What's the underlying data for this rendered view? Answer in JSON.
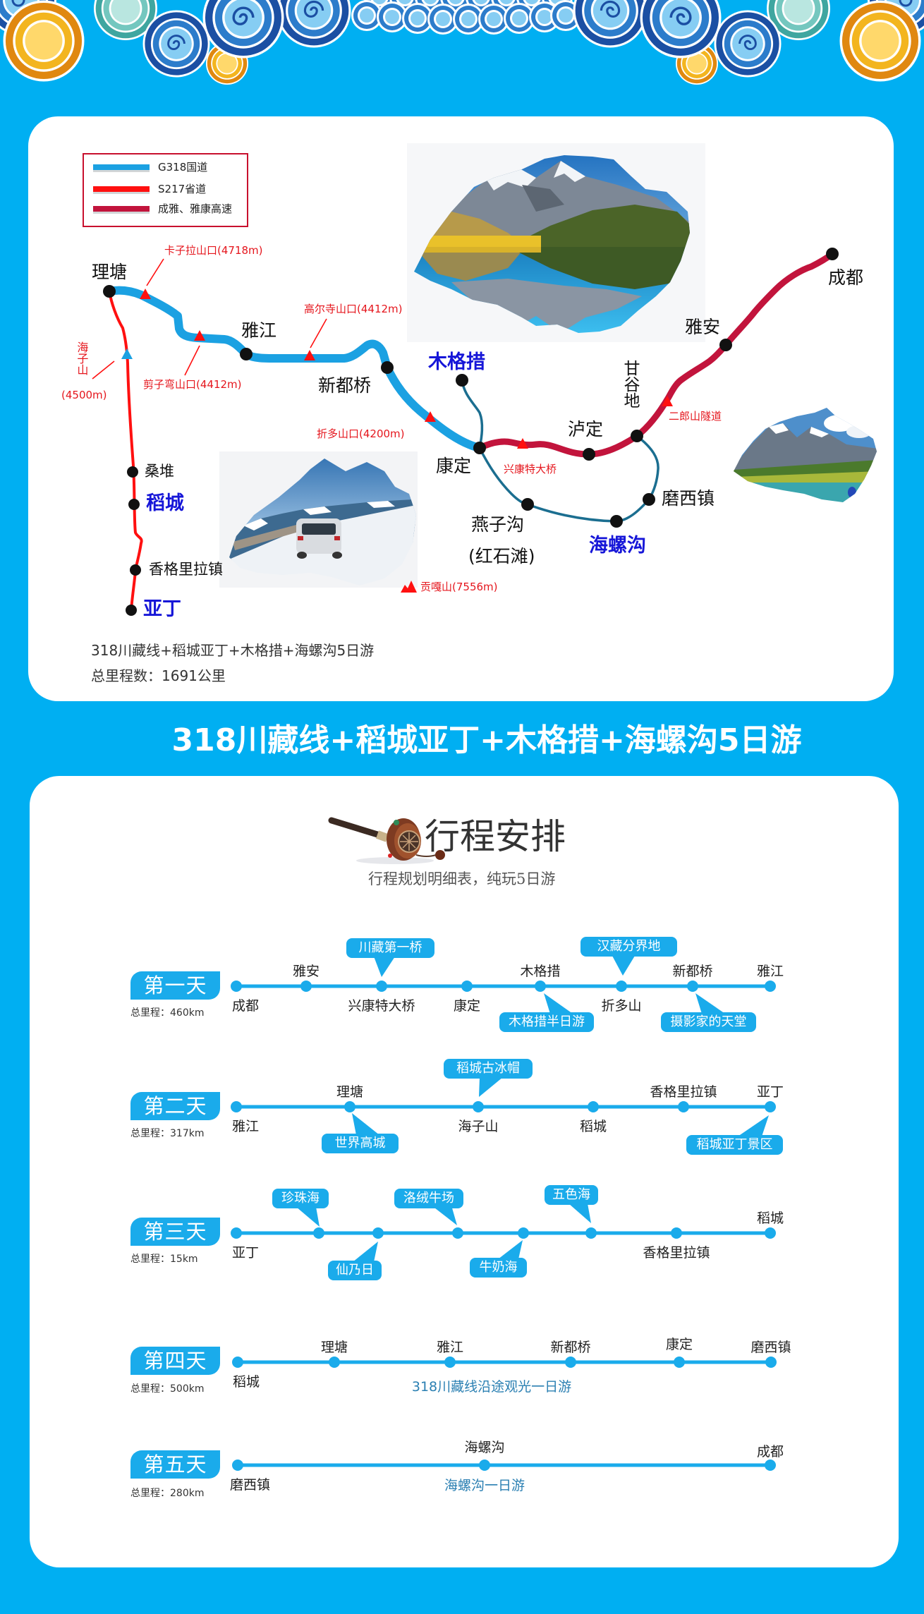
{
  "colors": {
    "background": "#00AFF2",
    "g318_road": "#1BA1E2",
    "s217_road": "#FF1010",
    "expressway": "#C2143C",
    "branch_road": "#1B6E90",
    "timeline_accent": "#1AABEB",
    "highlight_place": "#1616D8",
    "pass_label": "#E5161D"
  },
  "images": {
    "banner": "auspicious-cloud-border",
    "map_photo_1": "alpine-lake-reflection-photo",
    "map_photo_2": "suv-on-snowy-road-photo",
    "map_photo_3": "snow-mountain-lake-photo",
    "heading_icon": "prayer-wheel-icon",
    "gongga_icon": "mountain-peak-icon"
  },
  "map": {
    "legend": [
      {
        "label": "G318国道"
      },
      {
        "label": "S217省道"
      },
      {
        "label": "成雅、雅康高速"
      }
    ],
    "places": {
      "litang": "理塘",
      "yajiang": "雅江",
      "xinduqiao": "新都桥",
      "kangding": "康定",
      "luding": "泸定",
      "gangudi": "甘谷地",
      "yaan": "雅安",
      "chengdu": "成都",
      "yanzigou": "燕子沟",
      "hongshitan": "(红石滩)",
      "moxi": "磨西镇",
      "sangdui": "桑堆",
      "shangrila_town": "香格里拉镇"
    },
    "highlights": {
      "mugecuo": "木格措",
      "daocheng": "稻城",
      "yading": "亚丁",
      "hailuogou": "海螺沟"
    },
    "passes": {
      "kazila": "卡子拉山口(4718m)",
      "jianziwan": "剪子弯山口(4412m)",
      "gaoersi": "高尔寺山口(4412m)",
      "zheduo": "折多山口(4200m)",
      "xingkang": "兴康特大桥",
      "erlangshan": "二郎山隧道",
      "haizishan": "海子山",
      "haizishan_alt": "(4500m)",
      "gongga": "贡嘎山(7556m)"
    },
    "caption": {
      "route": "318川藏线+稻城亚丁+木格措+海螺沟5日游",
      "total": "总里程数：1691公里"
    }
  },
  "title": "318川藏线+稻城亚丁+木格措+海螺沟5日游",
  "itinerary": {
    "heading": "行程安排",
    "subheading": "行程规划明细表，纯玩5日游",
    "days": [
      {
        "label": "第一天",
        "distance": "总里程：460km",
        "stops": [
          {
            "name": "成都"
          },
          {
            "name": "雅安"
          },
          {
            "name": "兴康特大桥",
            "callout": "川藏第一桥"
          },
          {
            "name": "康定"
          },
          {
            "name": "木格措",
            "callout": "木格措半日游"
          },
          {
            "name": "折多山",
            "callout": "汉藏分界地"
          },
          {
            "name": "新都桥",
            "callout": "摄影家的天堂"
          },
          {
            "name": "雅江"
          }
        ]
      },
      {
        "label": "第二天",
        "distance": "总里程：317km",
        "stops": [
          {
            "name": "雅江"
          },
          {
            "name": "理塘",
            "callout": "世界高城"
          },
          {
            "name": "海子山",
            "callout": "稻城古冰帽"
          },
          {
            "name": "稻城"
          },
          {
            "name": "香格里拉镇"
          },
          {
            "name": "亚丁",
            "callout": "稻城亚丁景区"
          }
        ]
      },
      {
        "label": "第三天",
        "distance": "总里程：15km",
        "stops": [
          {
            "name": "亚丁"
          },
          {
            "callout": "珍珠海"
          },
          {
            "callout": "仙乃日"
          },
          {
            "callout": "洛绒牛场"
          },
          {
            "callout": "牛奶海"
          },
          {
            "callout": "五色海"
          },
          {
            "name": "香格里拉镇"
          },
          {
            "name": "稻城"
          }
        ]
      },
      {
        "label": "第四天",
        "distance": "总里程：500km",
        "stops": [
          {
            "name": "稻城"
          },
          {
            "name": "理塘"
          },
          {
            "name": "雅江"
          },
          {
            "name": "新都桥"
          },
          {
            "name": "康定"
          },
          {
            "name": "磨西镇"
          }
        ],
        "note": "318川藏线沿途观光一日游"
      },
      {
        "label": "第五天",
        "distance": "总里程：280km",
        "stops": [
          {
            "name": "磨西镇"
          },
          {
            "name": "海螺沟"
          },
          {
            "name": "成都"
          }
        ],
        "note": "海螺沟一日游"
      }
    ]
  }
}
